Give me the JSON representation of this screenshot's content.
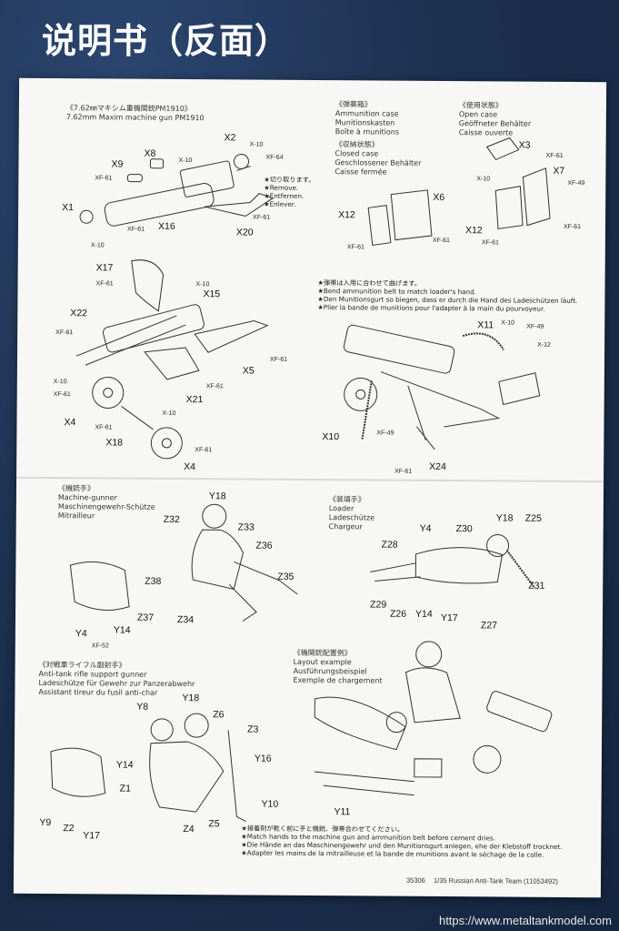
{
  "header": {
    "title": "说明书（反面）"
  },
  "sections": {
    "maxim": {
      "jp": "《7.62㎜マキシム重機関銃PM1910》",
      "en": "7.62mm Maxim machine gun PM1910"
    },
    "ammo_case": {
      "jp": "《弾薬箱》",
      "en": "Ammunition case",
      "de": "Munitionskasten",
      "fr": "Boîte à munitions"
    },
    "in_use": {
      "jp": "《使用状態》",
      "en": "Open case",
      "de": "Geöffneter Behälter",
      "fr": "Caisse ouverte"
    },
    "stowed": {
      "jp": "《収納状態》",
      "en": "Closed case",
      "de": "Geschlossener Behälter",
      "fr": "Caisse fermée"
    },
    "gunner": {
      "jp": "《機銃手》",
      "en": "Machine-gunner",
      "de": "Maschinengewehr-Schütze",
      "fr": "Mitrailleur"
    },
    "loader": {
      "jp": "《装填手》",
      "en": "Loader",
      "de": "Ladeschütze",
      "fr": "Chargeur"
    },
    "at_support": {
      "jp": "《対戦車ライフル副射手》",
      "en": "Anti-tank rifle support gunner",
      "de": "Ladeschütze für Gewehr zur Panzerabwehr",
      "fr": "Assistant tireur du fusil anti-char"
    },
    "layout": {
      "jp": "《機関銃配置例》",
      "en": "Layout example",
      "de": "Ausführungsbeispiel",
      "fr": "Exemple de chargement"
    }
  },
  "remove_note": [
    "★切り取ります。",
    "★Remove.",
    "★Entfernen.",
    "★Enlever."
  ],
  "belt_note": [
    "★弾帯は入用に合わせて曲げます。",
    "★Bend ammunition belt to match loader's hand.",
    "★Den Munitionsgurt so biegen, dass er durch die Hand des Ladeschützen läuft.",
    "★Plier la bande de munitions pour l'adapter à la main du pourvoyeur."
  ],
  "hands_note": [
    "★接着剤が乾く前に手と機銃、弾帯合わせてください。",
    "★Match hands to the machine gun and ammunition belt before cement dries.",
    "★Die Hände an das Maschinengewehr und den Munitionsgurt anlegen, ehe der Klebstoff trocknet.",
    "★Adapter les mains de la mitrailleuse et la bande de munitions avant le séchage de la colle."
  ],
  "parts": {
    "X2": "X2",
    "X8": "X8",
    "X9": "X9",
    "X1": "X1",
    "X16": "X16",
    "X20": "X20",
    "X17": "X17",
    "X15": "X15",
    "X22": "X22",
    "X5": "X5",
    "X21": "X21",
    "X4a": "X4",
    "X4b": "X4",
    "X18": "X18",
    "X6": "X6",
    "X12a": "X12",
    "X3": "X3",
    "X7": "X7",
    "X12b": "X12",
    "X11": "X11",
    "X10": "X10",
    "X24": "X24",
    "Y18a": "Y18",
    "Z32": "Z32",
    "Z33": "Z33",
    "Z36": "Z36",
    "Z35": "Z35",
    "Z38": "Z38",
    "Z37": "Z37",
    "Z34": "Z34",
    "Y4a": "Y4",
    "Y14a": "Y14",
    "Y4b": "Y4",
    "Z30": "Z30",
    "Y18b": "Y18",
    "Z25": "Z25",
    "Z28": "Z28",
    "Z31": "Z31",
    "Z29": "Z29",
    "Z26": "Z26",
    "Y14b": "Y14",
    "Y17a": "Y17",
    "Z27": "Z27",
    "Y8": "Y8",
    "Y18c": "Y18",
    "Z6": "Z6",
    "Z3": "Z3",
    "Y16": "Y16",
    "Y14c": "Y14",
    "Z1": "Z1",
    "Y10": "Y10",
    "Z4": "Z4",
    "Z5": "Z5",
    "Y9": "Y9",
    "Z2": "Z2",
    "Y17b": "Y17",
    "Y11": "Y11"
  },
  "paints": {
    "p1": "X-10",
    "p2": "XF-64",
    "p3": "X-10",
    "p4": "XF-61",
    "p5": "XF-61",
    "p6": "X-10",
    "p7": "XF-61",
    "p8": "XF-61",
    "p9": "X-10",
    "p10": "XF-61",
    "p11": "XF-61",
    "p12": "XF-61",
    "p13": "X-10",
    "p14": "XF-61",
    "p15": "XF-61",
    "p16": "X-10",
    "p17": "XF-61",
    "p18": "XF-61",
    "p19": "XF-61",
    "p20": "X-10",
    "p21": "XF-61",
    "p22": "XF-49",
    "p23": "XF-61",
    "p24": "XF-61",
    "p25": "X-10",
    "p26": "XF-49",
    "p27": "X-12",
    "p28": "XF-49",
    "p29": "XF-61",
    "p30": "XF-52"
  },
  "footer": {
    "code": "35306",
    "title": "1/35 Russian Anti-Tank Team (11053492)"
  },
  "watermark": "https://www.metaltankmodel.com"
}
